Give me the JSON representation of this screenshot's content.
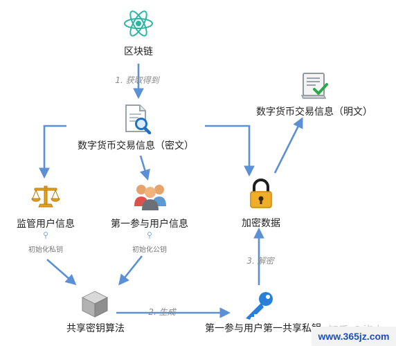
{
  "nodes": {
    "blockchain": "区块链",
    "ciphertext": "数字货币交易信息（密文）",
    "plaintext": "数字货币交易信息（明文）",
    "regulator": "监管用户信息",
    "participant": "第一参与用户信息",
    "encrypted": "加密数据",
    "algorithm": "共享密钥算法",
    "shared_key": "第一参与用户第一共享私钥"
  },
  "edges": {
    "obtain": "1. 获取得到",
    "generate": "2. 生成",
    "decrypt": "3. 解密",
    "init_private": "初始化私钥",
    "init_public": "初始化公钥"
  },
  "watermark": {
    "zhihu": "知乎 @柒文",
    "site": "www.365jz.com"
  },
  "colors": {
    "arrow": "#5b8fd6",
    "key": "#2a7fd8",
    "lock": "#e3a51a"
  }
}
